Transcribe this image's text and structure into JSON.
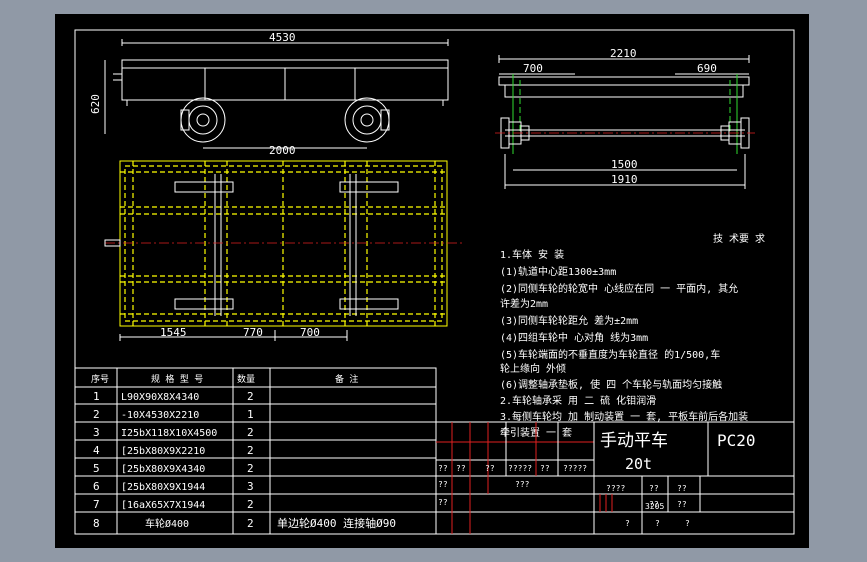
{
  "side_view": {
    "dim_length": "4530",
    "dim_height": "620",
    "dim_wheelbase": "2000"
  },
  "end_view": {
    "dim_width": "2210",
    "dim_left": "700",
    "dim_right": "690",
    "dim_track": "1500",
    "dim_overall": "1910"
  },
  "plan_view": {
    "dim_a": "1545",
    "dim_b": "770",
    "dim_c": "700"
  },
  "tech_requirements": {
    "title": "技 术要 求",
    "lines": [
      "1.车体 安 装",
      "(1)轨道中心距1300±3mm",
      "(2)同侧车轮的轮宽中 心线应在同 一 平面内, 其允",
      "许差为2mm",
      "(3)同侧车轮轮距允 差为±2mm",
      "(4)四组车轮中 心对角 线为3mm",
      "(5)车轮端面的不垂直度为车轮直径 的1/500,车",
      "轮上缘向 外倾",
      "(6)调整轴承垫板, 使 四 个车轮与轨面均匀接触",
      "2.车轮轴承采 用 二 硫 化钼润滑",
      "3.每侧车轮均 加 制动装置 一 套, 平板车前后各加装",
      "牵引装置 一 套"
    ]
  },
  "parts_table": {
    "headers": [
      "序号",
      "规 格 型 号",
      "数量",
      "备 注"
    ],
    "rows": [
      {
        "no": "1",
        "spec": "L90X90X8X4340",
        "qty": "2",
        "note": ""
      },
      {
        "no": "2",
        "spec": "-10X4530X2210",
        "qty": "1",
        "note": ""
      },
      {
        "no": "3",
        "spec": "I25bX118X10X4500",
        "qty": "2",
        "note": ""
      },
      {
        "no": "4",
        "spec": "[25bX80X9X2210",
        "qty": "2",
        "note": ""
      },
      {
        "no": "5",
        "spec": "[25bX80X9X4340",
        "qty": "2",
        "note": ""
      },
      {
        "no": "6",
        "spec": "[25bX80X9X1944",
        "qty": "3",
        "note": ""
      },
      {
        "no": "7",
        "spec": "[16aX65X7X1944",
        "qty": "2",
        "note": ""
      },
      {
        "no": "8",
        "spec": "车轮Ø400",
        "qty": "2",
        "note": "单边轮Ø400   连接轴Ø90"
      }
    ]
  },
  "title_block": {
    "name_line1": "手动平车",
    "name_line2": "20t",
    "code": "PC20",
    "cells": [
      "??",
      "??",
      "??",
      "?????",
      "??",
      "?????",
      "??",
      "???",
      "??",
      "????",
      "??",
      "??",
      "??",
      "3205",
      "??",
      "?",
      "?",
      "?"
    ]
  },
  "colors": {
    "background": "#9099a6",
    "sheet": "#000000",
    "line_white": "#ffffff",
    "line_yellow": "#ffff00",
    "line_red": "#e02020",
    "line_green": "#2fdc2f"
  }
}
